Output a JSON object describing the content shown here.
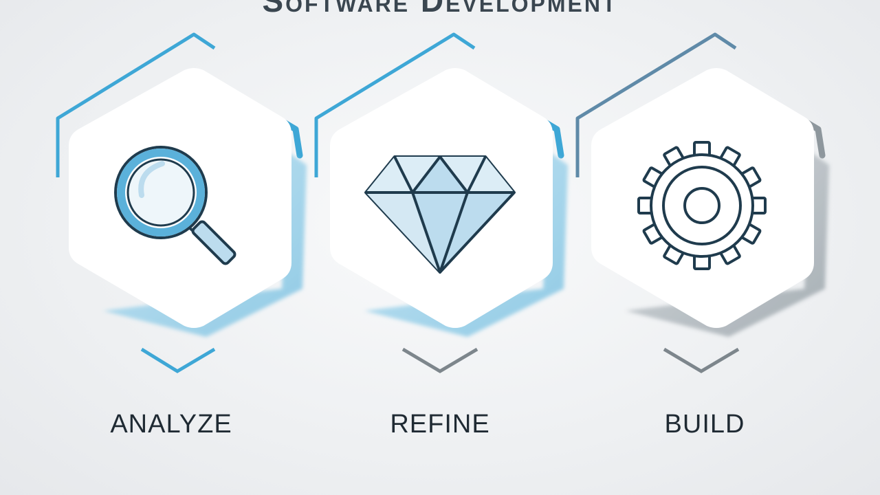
{
  "title": "Software Development",
  "steps": [
    {
      "label": "ANALYZE",
      "icon": "magnifying-glass-icon",
      "accent": "#3ea7d6"
    },
    {
      "label": "REFINE",
      "icon": "diamond-icon",
      "accent": "#3ea7d6"
    },
    {
      "label": "BUILD",
      "icon": "gear-icon",
      "accent": "#5f8aa8"
    }
  ],
  "colors": {
    "outline": "#1f3b4d",
    "icon_fill": "#bcdcee",
    "arrow_gray": "#7d868c",
    "hexagon_shadow_blue": "#8fcde8",
    "hexagon_shadow_gray": "#a9b1b7"
  }
}
